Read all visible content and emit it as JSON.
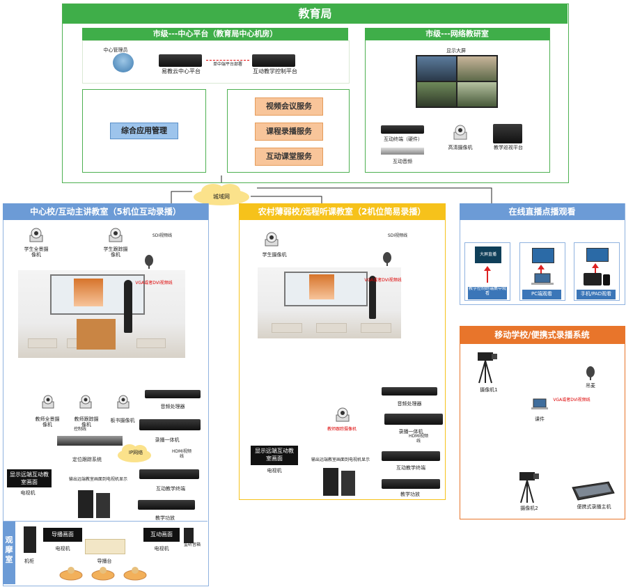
{
  "bureau": {
    "title": "教育局"
  },
  "center_platform": {
    "title": "市级---中心平台（教育局中心机房）",
    "server_label": "中心管理员",
    "cloud_platform": "易教云中心平台",
    "link_label": "单中端平台部署",
    "interactive_platform": "互动教学控制平台",
    "mgmt": "综合应用管理",
    "services": [
      "视频会议服务",
      "课程录播服务",
      "互动课堂服务"
    ]
  },
  "network_research": {
    "title": "市级---网络教研室",
    "display_wall": "显示大屏",
    "terminal": "互动终端（硬件）",
    "hd_camera": "高清摄像机",
    "patrol": "教学巡视平台",
    "audio": "互动音频"
  },
  "cloud": {
    "label": "城域网"
  },
  "center_school": {
    "title": "中心校/互动主讲教室（5机位互动录播）",
    "student_panorama": "学生全景摄像机",
    "student_tracking": "学生跟踪摄像机",
    "sdi": "SDI视频线",
    "mic": "吊麦",
    "vga": "VGA或者DVI视频线",
    "audio_processor": "音频处理器",
    "teacher_panorama": "教师全景摄像机",
    "teacher_tracking": "教师跟踪摄像机",
    "board_camera": "板书摄像机",
    "control_line": "控制线",
    "recorder": "录播一体机",
    "locator": "定位跟踪系统",
    "ip_network": "IP网络",
    "hdmi": "HDMI视频线",
    "tv_screen": "显示远端互动教室画面",
    "tv": "电视机",
    "output_note": "输出远端教室画面到电视机显示",
    "terminal": "互动教学终端",
    "amp": "教学功放",
    "obs_label": "观摩室",
    "cabinet": "机柜",
    "director_screen": "导播画面",
    "director_tv": "电视机",
    "director_desk": "导播台",
    "interactive_screen": "互动画面",
    "interactive_tv": "电视机",
    "speaker": "监听音箱"
  },
  "rural_school": {
    "title": "农村薄弱校/远程听课教室（2机位简易录播）",
    "sdi": "SDI视频线",
    "student_camera": "学生摄像机",
    "mic": "吊麦",
    "vga": "VGA或者DVI视频线",
    "audio_processor": "音频处理器",
    "recorder": "录播一体机",
    "teacher_tracking": "教师跟踪摄像机",
    "hdmi": "HDMI视频线",
    "tv_screen": "显示远端互动教室画面",
    "tv": "电视机",
    "output_note": "输出远端教室画面到电视机显示",
    "terminal": "互动教学终端",
    "amp": "教学功放"
  },
  "live_watch": {
    "title": "在线直播点播观看",
    "big_screen": "大屏直播",
    "terminal_watch": "教学控制终端集中观看",
    "pc_watch": "PC端观看",
    "mobile_watch": "手机/PAD观看"
  },
  "mobile_school": {
    "title": "移动学校/便携式录播系统",
    "camera1": "摄像机1",
    "mic": "吊麦",
    "vga": "VGA或者DVI视频线",
    "laptop": "课件",
    "camera2": "摄像机2",
    "host": "便携式录播主机"
  }
}
